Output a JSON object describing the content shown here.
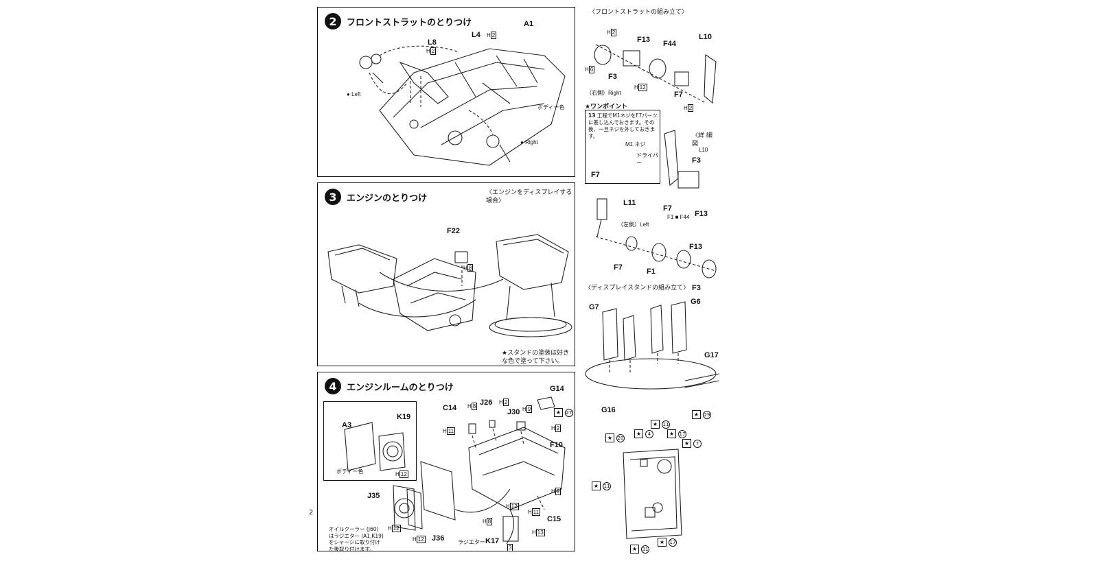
{
  "steps": [
    {
      "num": "2",
      "title": "フロントストラットのとりつけ"
    },
    {
      "num": "3",
      "title": "エンジンのとりつけ",
      "note": "〈エンジンをディスプレイする場合〉",
      "stand_note": "★スタンドの塗装は好きな色で塗って下さい。"
    },
    {
      "num": "4",
      "title": "エンジンルームのとりつけ",
      "oil_note": "オイルクーラー (J60) はラジエター (A1,K19) をシャーシに取り付けた後取り付けます。",
      "radiator": "ラジエター",
      "body_color": "ボディー色"
    }
  ],
  "step2": {
    "labels": {
      "a1": "A1",
      "l4": "L4",
      "l8": "L8",
      "left": "Left",
      "right": "Right",
      "body": "ボディー色"
    },
    "h2a": "2",
    "h2b": "2"
  },
  "step3": {
    "labels": {
      "f22": "F22",
      "h8": "8"
    }
  },
  "step4": {
    "labels": {
      "a3": "A3",
      "k19": "K19",
      "h12a": "12",
      "j35": "J35",
      "h12b": "12",
      "j36": "J36",
      "h12c": "12",
      "c14": "C14",
      "h8a": "8",
      "h11a": "11",
      "j26": "J26",
      "h2": "2",
      "j30": "J30",
      "h9a": "9",
      "g14": "G14",
      "star27": "27",
      "h2b": "2",
      "f10": "F10",
      "h9b": "9",
      "h11b": "11",
      "c15": "C15",
      "h12d": "12",
      "h8b": "8",
      "k17": "K17",
      "h13": "13",
      "box3": "3"
    }
  },
  "right_column": {
    "strut_title": "〈フロントストラットの組み立て〉",
    "labels": {
      "h2": "2",
      "h6": "6",
      "f3": "F3",
      "f13": "F13",
      "f44": "F44",
      "l10": "L10",
      "h12": "12",
      "f7": "F7",
      "h2b": "2",
      "right_side": "（右側）Right"
    },
    "onepoint_title": "ワンポイント",
    "onepoint_text": "工程でM1ネジをF7パーツに差し込んでおきます。その後、一旦ネジを外しておきます。",
    "onepoint_num": "13",
    "m1": "M1 ネジ",
    "driver": "ドライバー",
    "f7b": "F7",
    "detail": "〈詳 細 図",
    "detail_labels": {
      "l10l": "L10",
      "f3": "F3",
      "f7": "F7",
      "f13": "F13",
      "f1": "F1",
      "f44": "F44"
    },
    "left_labels": {
      "l11": "L11",
      "left_side": "（左側）Left",
      "f13": "F13",
      "f7": "F7",
      "f1": "F1",
      "f3": "F3"
    },
    "stand_title": "〈ディスプレイスタンドの組み立て〉",
    "stand_labels": {
      "g7": "G7",
      "g6": "G6",
      "g16": "G16",
      "g17": "G17",
      "s29": "29"
    },
    "bottom_stars": [
      "20",
      "4",
      "11",
      "17",
      "7",
      "11",
      "31",
      "17"
    ]
  },
  "page_edge": {
    "left_mark": "2"
  }
}
